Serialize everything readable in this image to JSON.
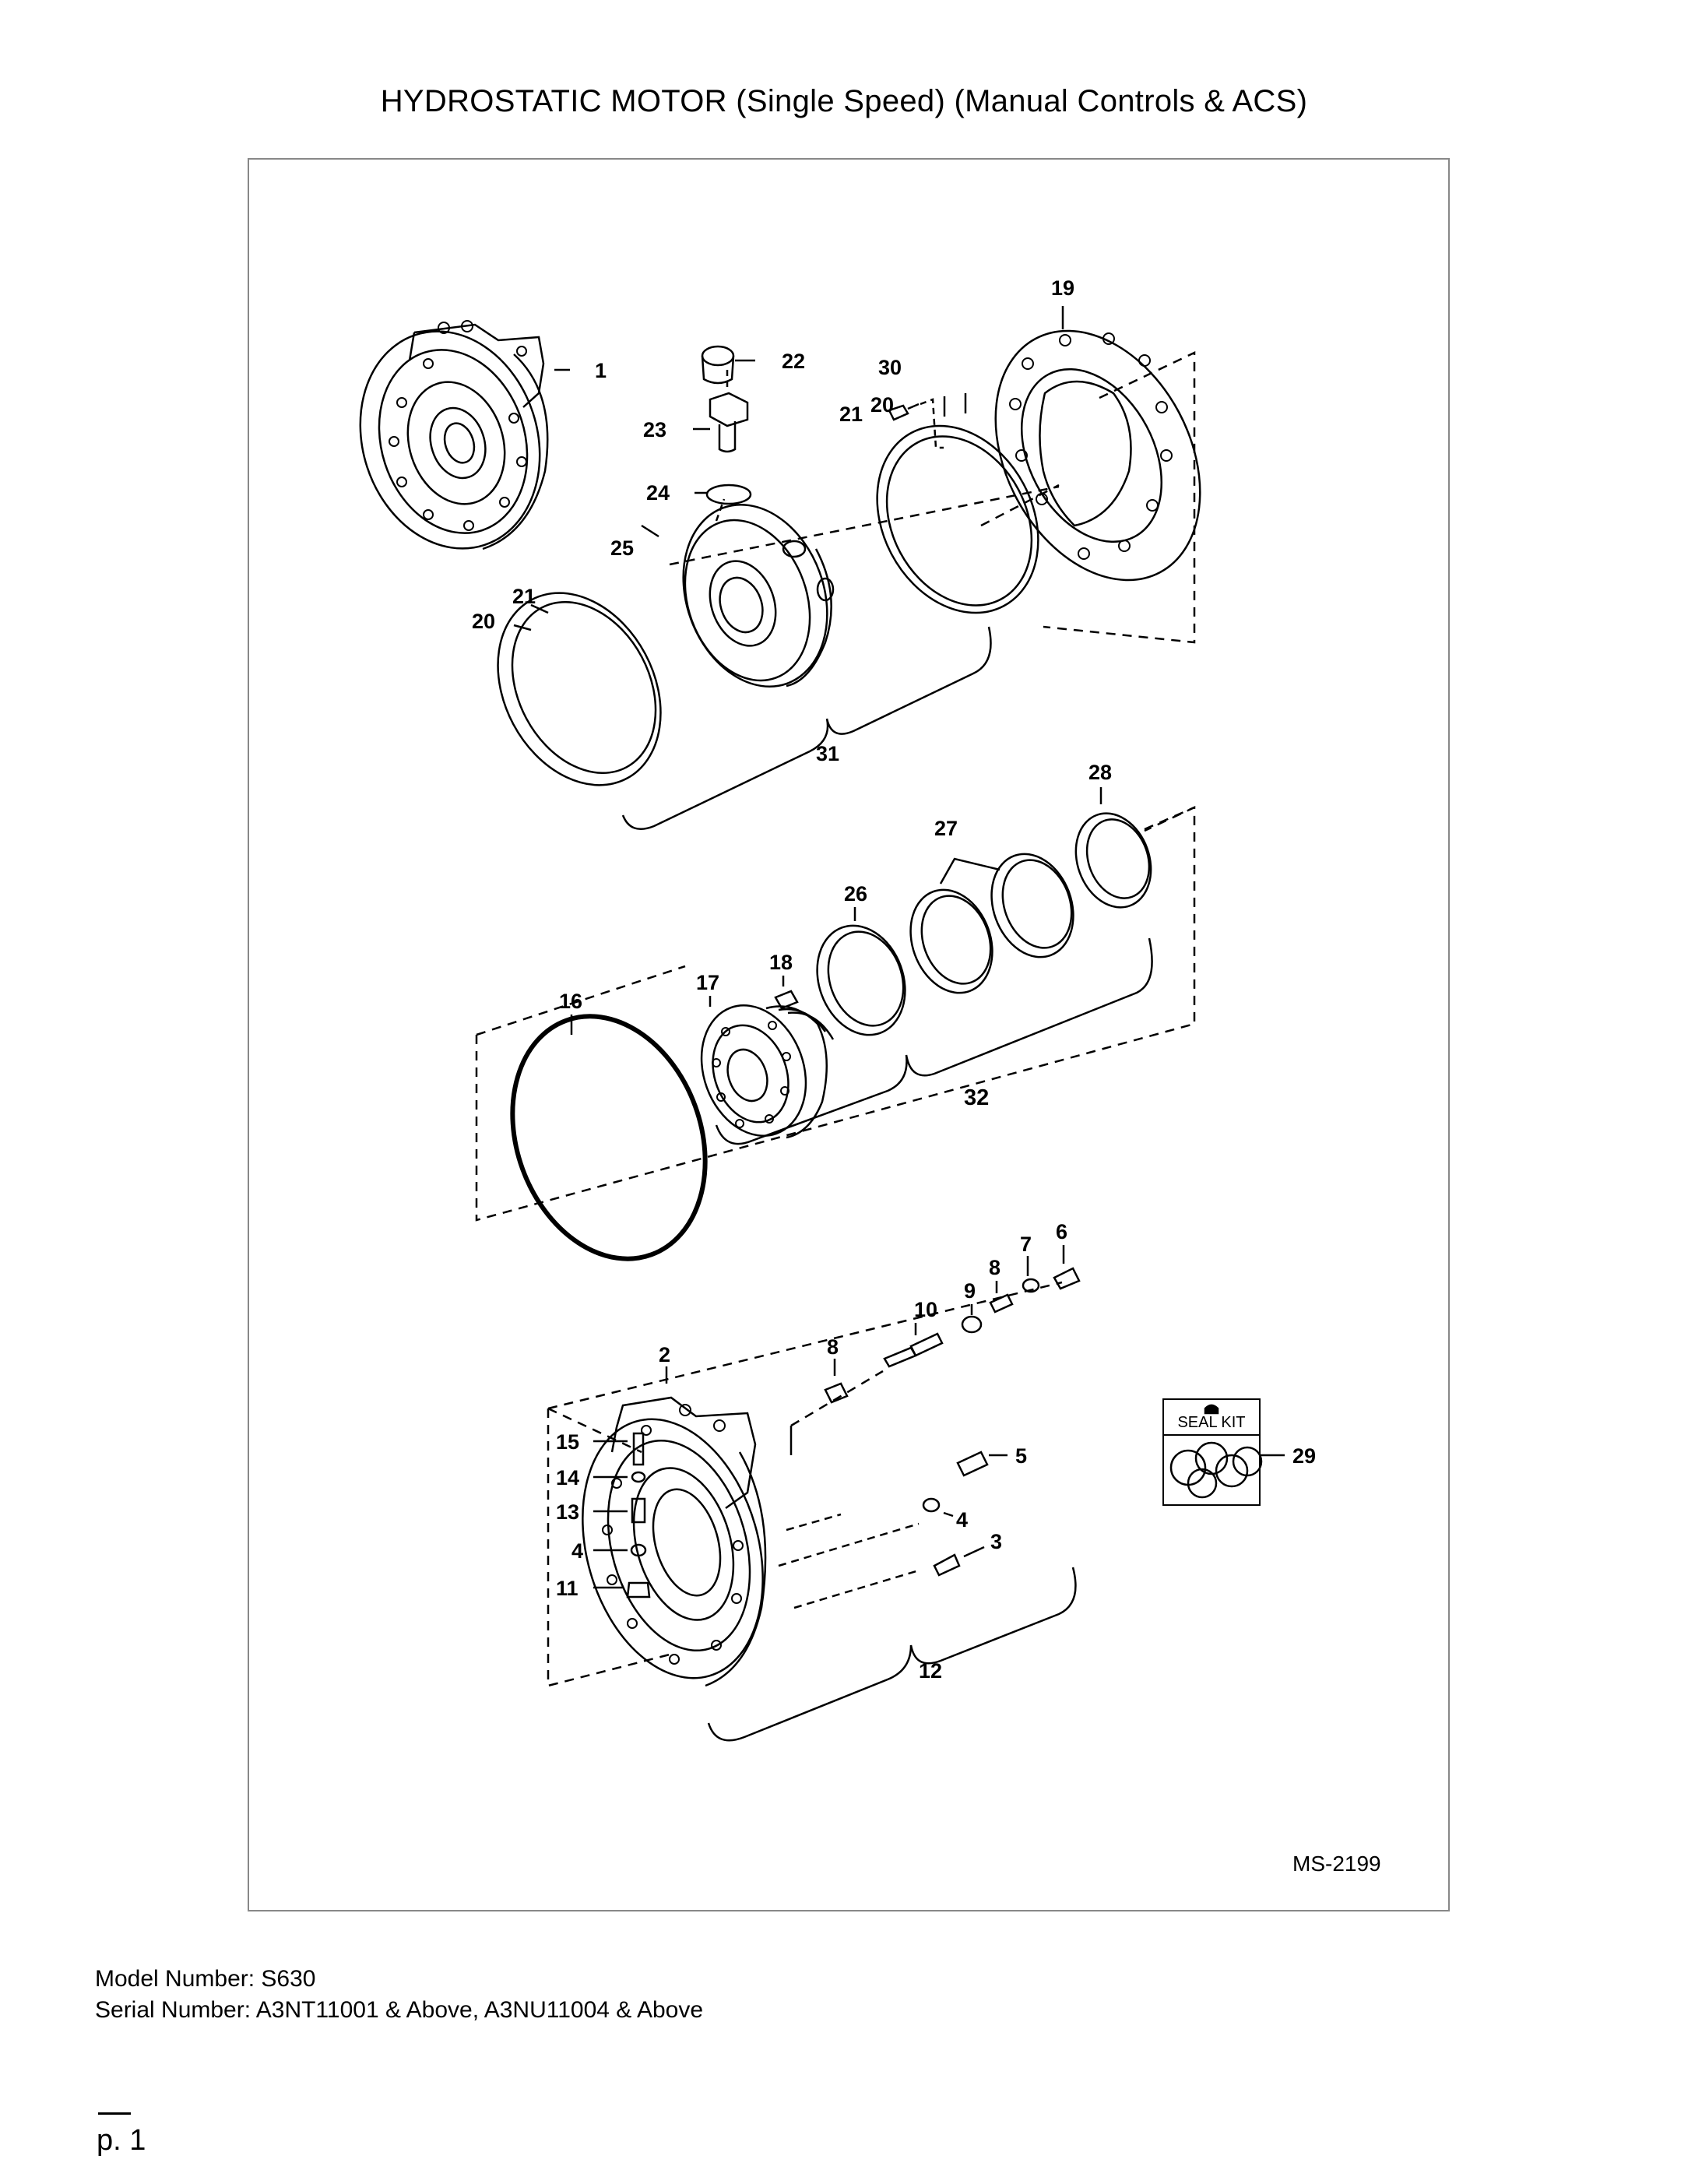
{
  "title": "HYDROSTATIC MOTOR (Single Speed) (Manual Controls & ACS)",
  "diagram": {
    "reference": "MS-2199",
    "seal_kit_label": "SEAL KIT",
    "callouts": {
      "c1": "1",
      "c2": "2",
      "c3": "3",
      "c4a": "4",
      "c4b": "4",
      "c5": "5",
      "c6": "6",
      "c7": "7",
      "c8a": "8",
      "c8b": "8",
      "c9": "9",
      "c10": "10",
      "c11": "11",
      "c12": "12",
      "c13": "13",
      "c14": "14",
      "c15": "15",
      "c16": "16",
      "c17": "17",
      "c18": "18",
      "c19": "19",
      "c20a": "20",
      "c20b": "20",
      "c21a": "21",
      "c21b": "21",
      "c22": "22",
      "c23": "23",
      "c24": "24",
      "c25": "25",
      "c26": "26",
      "c27": "27",
      "c28": "28",
      "c29": "29",
      "c30": "30",
      "c31": "31",
      "c32": "32"
    }
  },
  "footer": {
    "model": "Model Number: S630",
    "serial": "Serial Number: A3NT11001 & Above, A3NU11004 & Above",
    "page": "p. 1"
  }
}
